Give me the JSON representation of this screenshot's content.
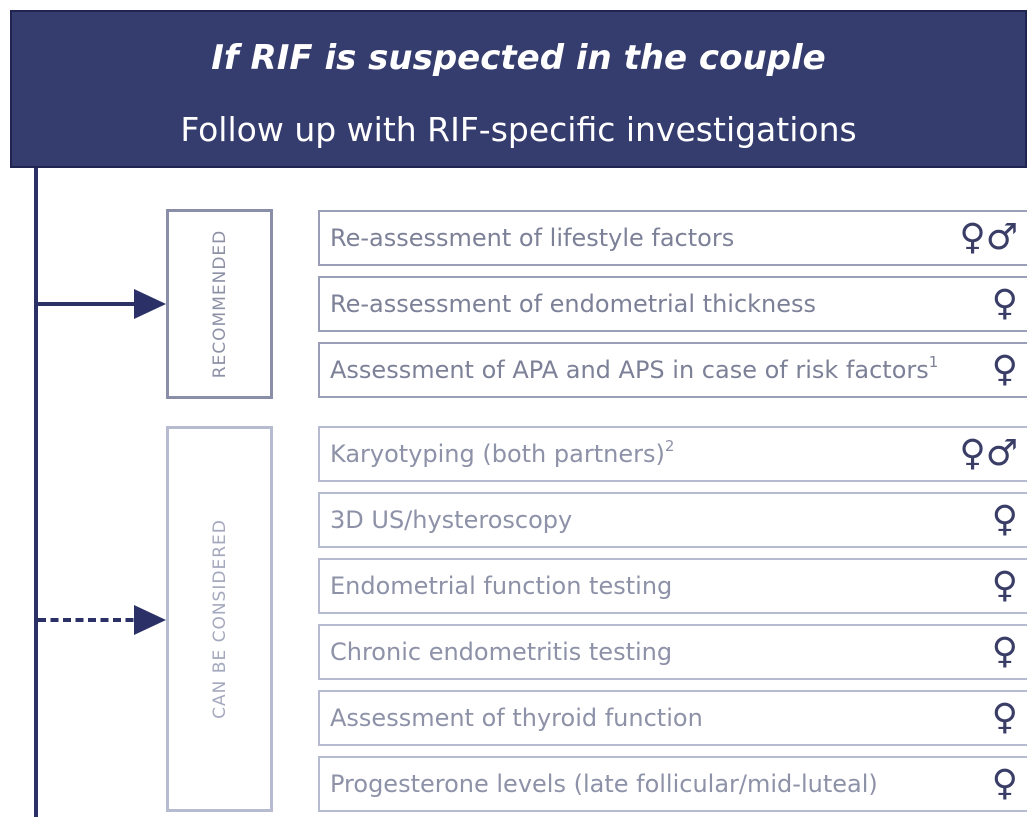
{
  "header": {
    "title": "If RIF is suspected in the couple",
    "subtitle": "Follow up with RIF-specific investigations"
  },
  "categories": {
    "recommended": "RECOMMENDED",
    "considered": "CAN BE CONSIDERED"
  },
  "items": [
    {
      "label": "Re-assessment of lifestyle factors",
      "sup": "",
      "icons": "♀♂"
    },
    {
      "label": "Re-assessment of endometrial thickness",
      "sup": "",
      "icons": "♀"
    },
    {
      "label": "Assessment of APA and APS in case of risk factors",
      "sup": "1",
      "icons": "♀"
    },
    {
      "label": "Karyotyping (both partners)",
      "sup": "2",
      "icons": "♀♂"
    },
    {
      "label": "3D US/hysteroscopy",
      "sup": "",
      "icons": "♀"
    },
    {
      "label": "Endometrial function testing",
      "sup": "",
      "icons": "♀"
    },
    {
      "label": "Chronic endometritis testing",
      "sup": "",
      "icons": "♀"
    },
    {
      "label": "Assessment of thyroid function",
      "sup": "",
      "icons": "♀"
    },
    {
      "label": "Progesterone levels (late follicular/mid-luteal)",
      "sup": "",
      "icons": "♀"
    }
  ],
  "colors": {
    "header_bg": "#353c6e",
    "line": "#2b3166"
  }
}
